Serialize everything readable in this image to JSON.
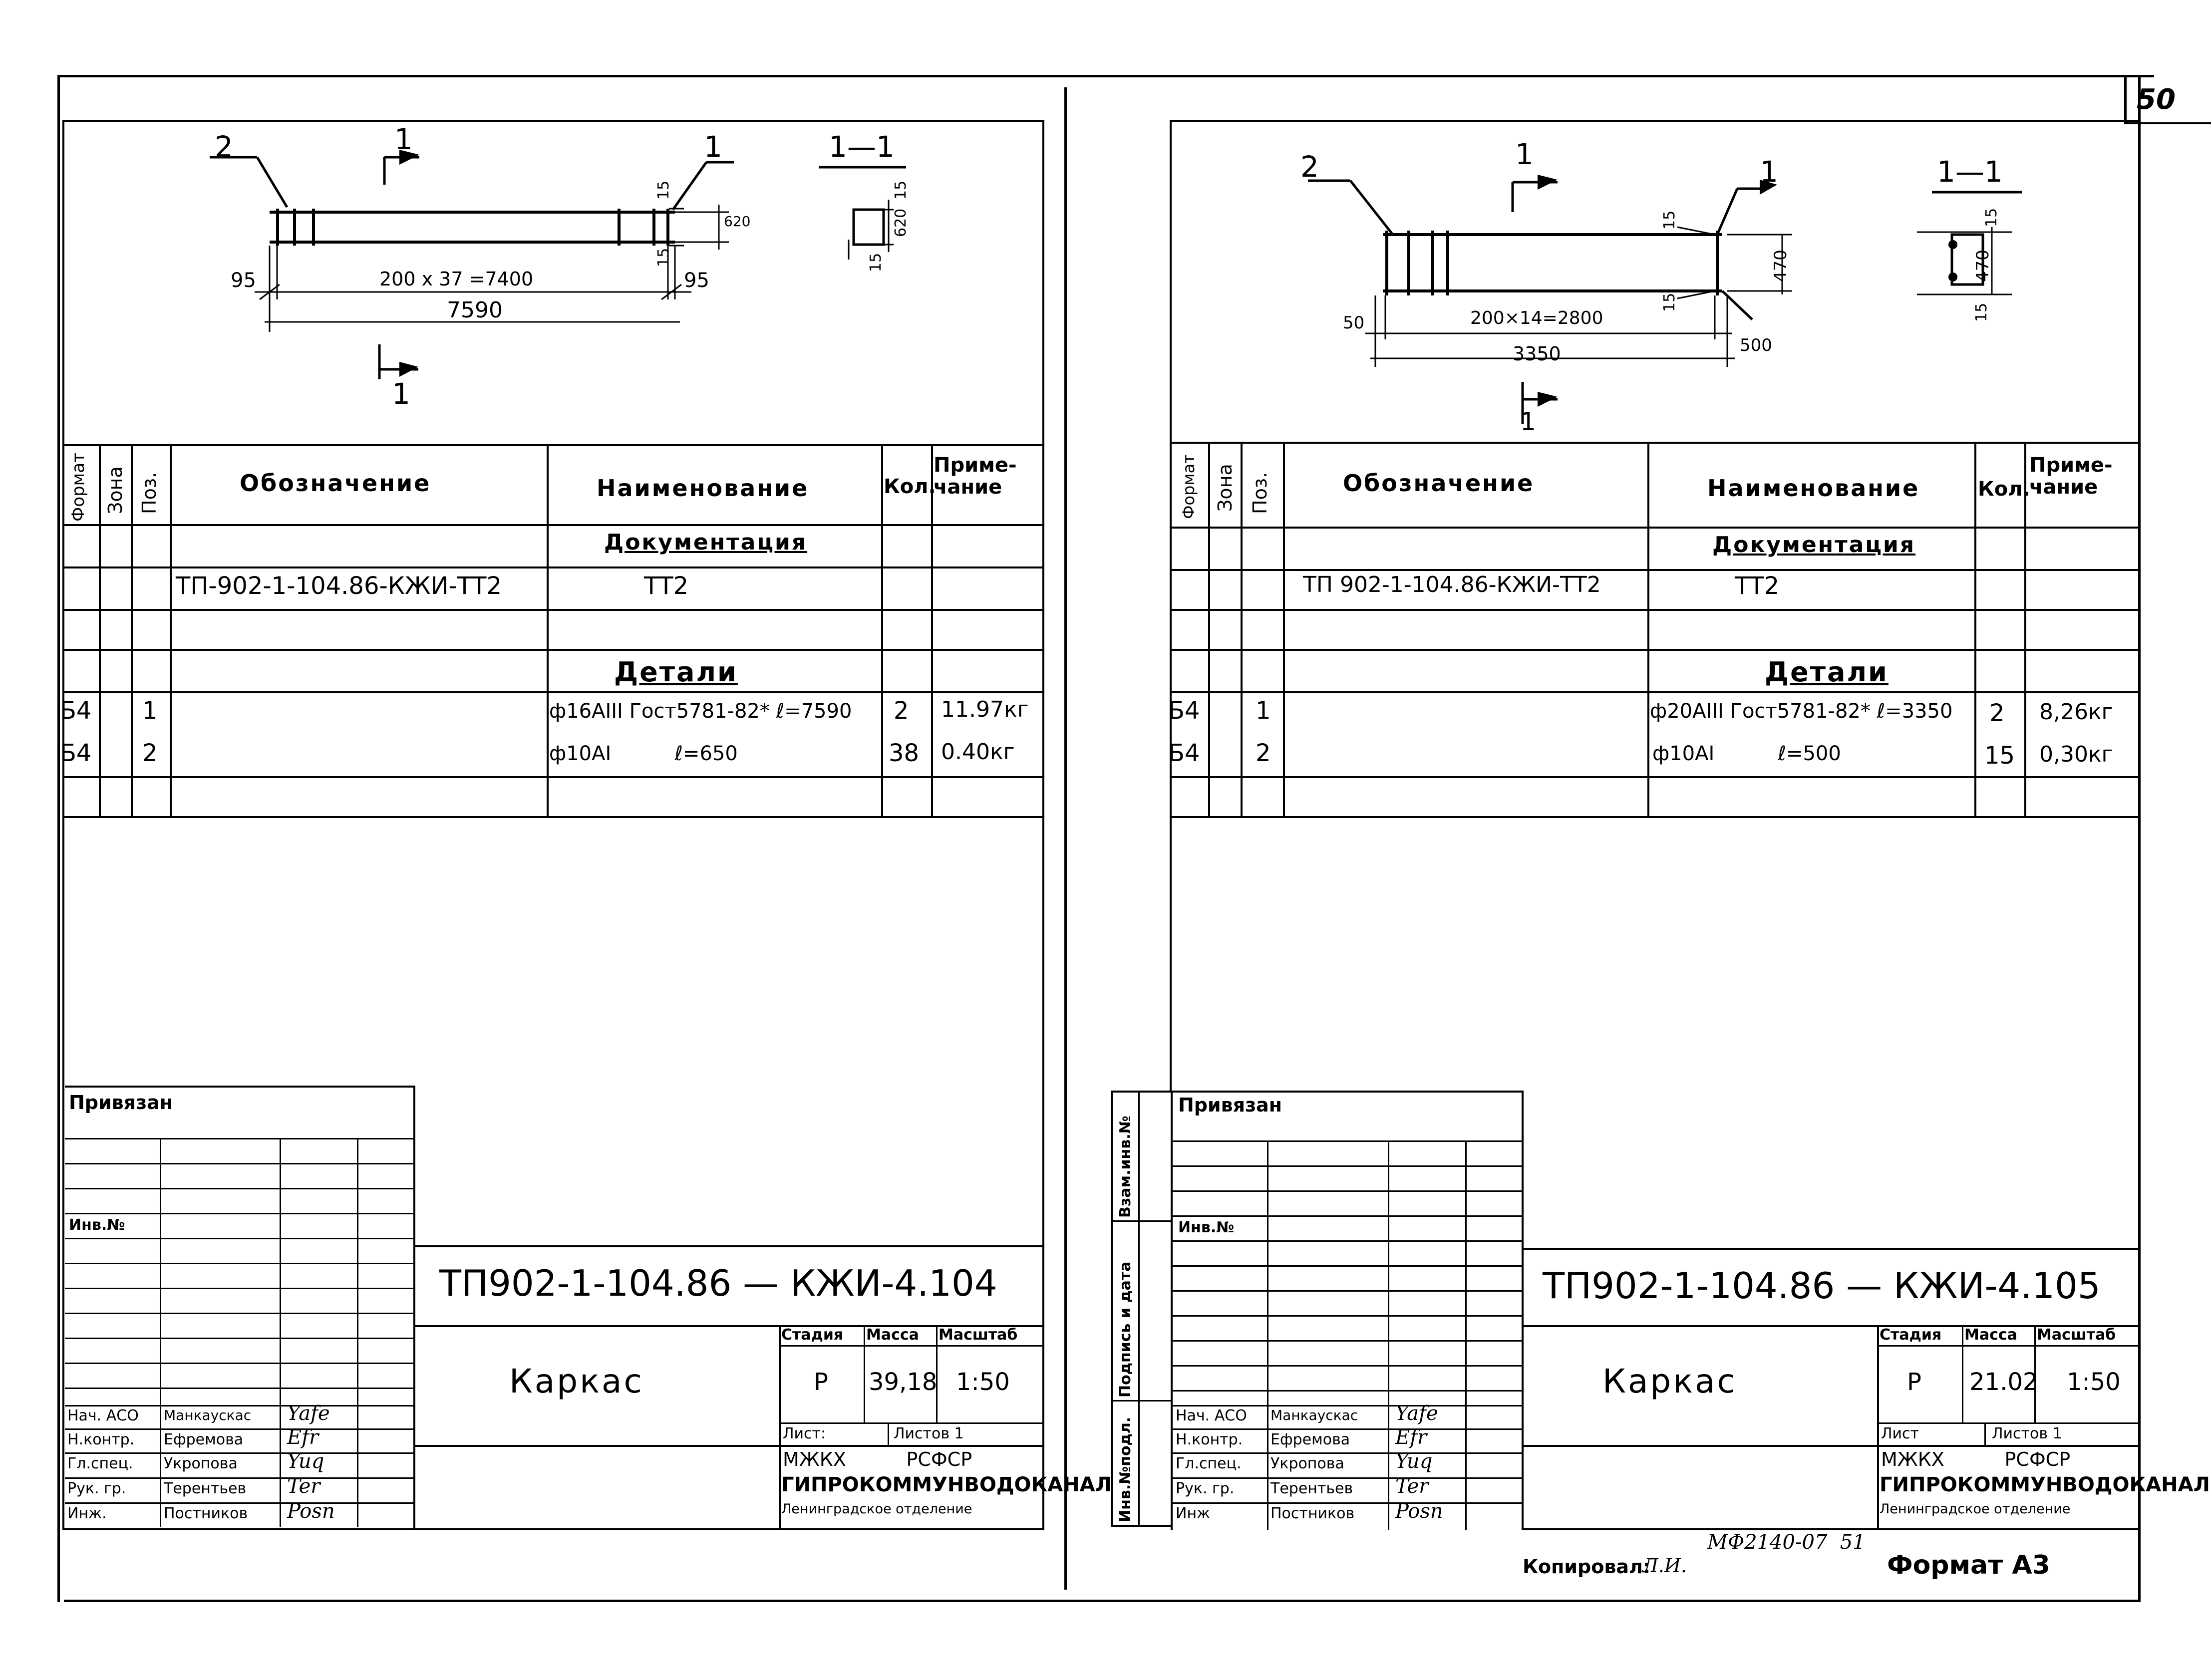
{
  "page_number": "50",
  "sheets": [
    {
      "section_label": "1—1",
      "cut_marks": [
        "1",
        "1"
      ],
      "callouts": [
        "2",
        "1"
      ],
      "dims": {
        "left": "95",
        "middle": "200 x 37 =7400",
        "right": "95",
        "total": "7590",
        "height": "620",
        "cover_top": "15",
        "cover_bottom": "15",
        "section_height": "620",
        "section_cover_top": "15",
        "section_cover_bottom": "15"
      },
      "table": {
        "headers": [
          "Формат",
          "Зона",
          "Поз.",
          "Обозначение",
          "Наименование",
          "Кол.",
          "Приме-чание"
        ],
        "section_docs": "Документация",
        "doc_designation": "ТП-902-1-104.86-КЖИ-ТТ2",
        "doc_name": "ТТ2",
        "section_details": "Детали",
        "rows": [
          {
            "format": "Б4",
            "pos": "1",
            "name": "ф16АIII Гост5781-82* ℓ=7590",
            "qty": "2",
            "note": "11.97кг"
          },
          {
            "format": "Б4",
            "pos": "2",
            "name": "ф10АI          ℓ=650",
            "qty": "38",
            "note": "0.40кг"
          }
        ]
      },
      "stamp": {
        "privyazan": "Привязан",
        "inv": "Инв.№",
        "code": "ТП902-1-104.86 — КЖИ-4.104",
        "title": "Каркас",
        "stage_label": "Стадия",
        "mass_label": "Масса",
        "scale_label": "Масштаб",
        "stage": "Р",
        "mass": "39,18",
        "scale": "1:50",
        "sheet_label": "Лист:",
        "sheets_label": "Листов  1",
        "org1": "МЖКХ          РСФСР",
        "org2": "ГИПРОКОММУНВОДОКАНАЛ",
        "org3": "Ленинградское отделение",
        "people": [
          {
            "role": "Нач. АСО",
            "name": "Манкаускас",
            "sign": "Yafe"
          },
          {
            "role": "Н.контр.",
            "name": "Ефремова",
            "sign": "Efr"
          },
          {
            "role": "Гл.спец.",
            "name": "Укропова",
            "sign": "Yuq"
          },
          {
            "role": "Рук. гр.",
            "name": "Терентьев",
            "sign": "Ter"
          },
          {
            "role": "Инж.",
            "name": "Постников",
            "sign": "Posn"
          }
        ]
      }
    },
    {
      "section_label": "1—1",
      "cut_marks": [
        "1",
        "1"
      ],
      "callouts": [
        "2",
        "1"
      ],
      "dims": {
        "left": "50",
        "middle": "200×14=2800",
        "right": "500",
        "total": "3350",
        "height": "470",
        "cover_top": "15",
        "cover_bottom": "15",
        "section_height": "470",
        "section_cover_top": "15",
        "section_cover_bottom": "15"
      },
      "table": {
        "headers": [
          "Формат",
          "Зона",
          "Поз.",
          "Обозначение",
          "Наименование",
          "Кол.",
          "Приме-чание"
        ],
        "section_docs": "Документация",
        "doc_designation": "ТП 902-1-104.86-КЖИ-ТТ2",
        "doc_name": "ТТ2",
        "section_details": "Детали",
        "rows": [
          {
            "format": "Б4",
            "pos": "1",
            "name": "ф20АIII Гост5781-82* ℓ=3350",
            "qty": "2",
            "note": "8,26кг"
          },
          {
            "format": "Б4",
            "pos": "2",
            "name": "ф10АI          ℓ=500",
            "qty": "15",
            "note": "0,30кг"
          }
        ]
      },
      "stamp": {
        "privyazan": "Привязан",
        "inv": "Инв.№",
        "code": "ТП902-1-104.86 — КЖИ-4.105",
        "title": "Каркас",
        "stage_label": "Стадия",
        "mass_label": "Масса",
        "scale_label": "Масштаб",
        "stage": "Р",
        "mass": "21.02",
        "scale": "1:50",
        "sheet_label": "Лист",
        "sheets_label": "Листов  1",
        "org1": "МЖКХ          РСФСР",
        "org2": "ГИПРОКОММУНВОДОКАНАЛ",
        "org3": "Ленинградское отделение",
        "people": [
          {
            "role": "Нач. АСО",
            "name": "Манкаускас",
            "sign": "Yafe"
          },
          {
            "role": "Н.контр.",
            "name": "Ефремова",
            "sign": "Efr"
          },
          {
            "role": "Гл.спец.",
            "name": "Укропова",
            "sign": "Yuq"
          },
          {
            "role": "Рук. гр.",
            "name": "Терентьев",
            "sign": "Ter"
          },
          {
            "role": "Инж",
            "name": "Постников",
            "sign": "Posn"
          }
        ],
        "side_labels": [
          "Взам.инв.№",
          "Подпись и дата",
          "Инв.№подл."
        ]
      }
    }
  ],
  "footer": {
    "copied": "Копировал:",
    "copied_sign": "Л.И.",
    "code": "МФ2140-07  51",
    "format": "Формат А3"
  }
}
